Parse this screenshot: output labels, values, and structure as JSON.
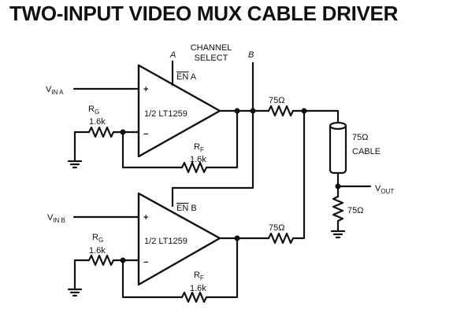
{
  "title": "TWO-INPUT VIDEO MUX CABLE DRIVER",
  "labels": {
    "channel_select_line1": "CHANNEL",
    "channel_select_line2": "SELECT",
    "select_a": "A",
    "select_b": "B",
    "en_a_bar": "EN",
    "en_a_suffix": " A",
    "en_b_bar": "EN",
    "en_b_suffix": " B",
    "vin_a_main": "V",
    "vin_a_sub": "IN A",
    "vin_b_main": "V",
    "vin_b_sub": "IN B",
    "vout_main": "V",
    "vout_sub": "OUT",
    "amp_top": "1/2 LT1259",
    "amp_bottom": "1/2 LT1259",
    "plus": "+",
    "minus": "−",
    "rg_top_main": "R",
    "rg_top_sub": "G",
    "rg_top_value": "1.6k",
    "rf_top_main": "R",
    "rf_top_sub": "F",
    "rf_top_value": "1.6k",
    "rg_bottom_main": "R",
    "rg_bottom_sub": "G",
    "rg_bottom_value": "1.6k",
    "rf_bottom_main": "R",
    "rf_bottom_sub": "F",
    "rf_bottom_value": "1.6k",
    "r_series_top": "75Ω",
    "r_series_bottom": "75Ω",
    "cable_value": "75Ω",
    "cable_label": "CABLE",
    "r_load": "75Ω"
  }
}
